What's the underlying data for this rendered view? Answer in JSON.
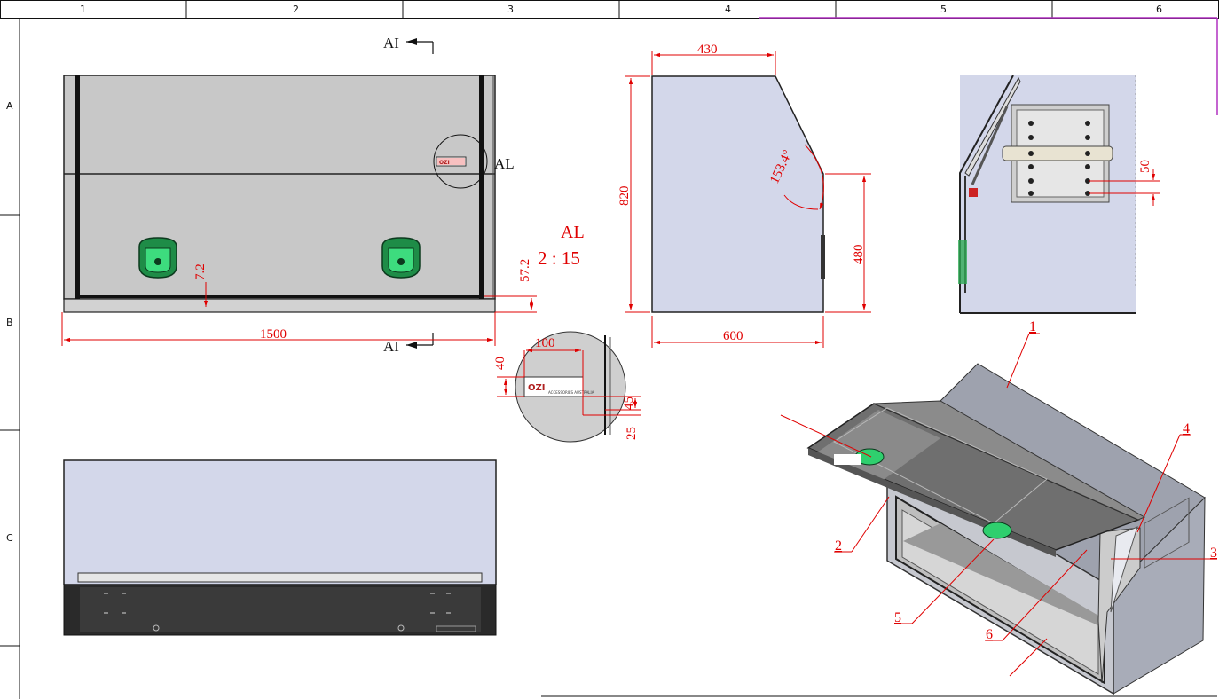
{
  "columns": [
    "1",
    "2",
    "3",
    "4",
    "5",
    "6"
  ],
  "rows": [
    "A",
    "B",
    "C"
  ],
  "section_marker": "AI",
  "detail_marker": "AL",
  "detail_scale": "2 : 15",
  "dimensions": {
    "width": "1500",
    "lock_offset": "7.2",
    "base_height": "57.2",
    "top_depth": "430",
    "height": "820",
    "angle": "153.4°",
    "front_height": "480",
    "depth": "600",
    "bracket_spacing": "50",
    "logo_width": "100",
    "logo_height": "40",
    "logo_side": "45",
    "logo_bottom": "25"
  },
  "balloons": [
    "1",
    "2",
    "3",
    "4",
    "5",
    "6"
  ],
  "badge_text": "OZI",
  "badge_subtext": "ACCESSORIES AUSTRALIA",
  "colors": {
    "dimension": "#e00000",
    "panel_grey": "#c8c8c8",
    "panel_blue": "#d3d7ea",
    "lock_green": "#2fcf6e",
    "accent_purple": "#b030c0"
  }
}
